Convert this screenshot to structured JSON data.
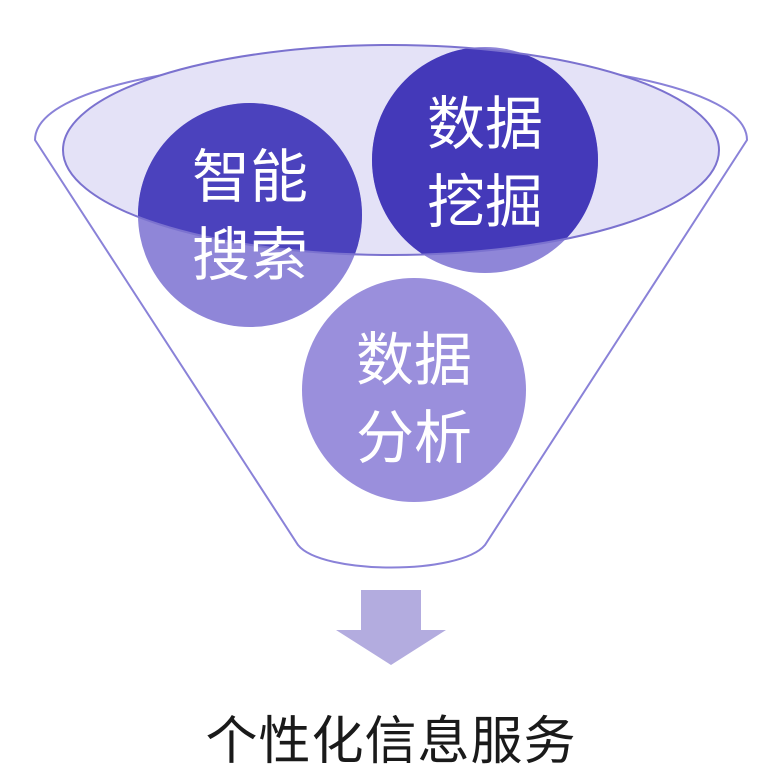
{
  "nodes": [
    {
      "id": "smart-search",
      "line1": "智能",
      "line2": "搜索",
      "color": "#5a4fc4"
    },
    {
      "id": "data-mining",
      "line1": "数据",
      "line2": "挖掘",
      "color": "#4b41c0"
    },
    {
      "id": "data-analysis",
      "line1": "数据",
      "line2": "分析",
      "color": "#9a8fdc"
    }
  ],
  "output": {
    "label": "个性化信息服务",
    "arrow_color": "#b3acdf"
  },
  "colors": {
    "funnel_outline": "#8a82d8",
    "funnel_fill": "#ffffff",
    "rim_fill": "#d9d6f3",
    "text": "#1a1a1a"
  }
}
